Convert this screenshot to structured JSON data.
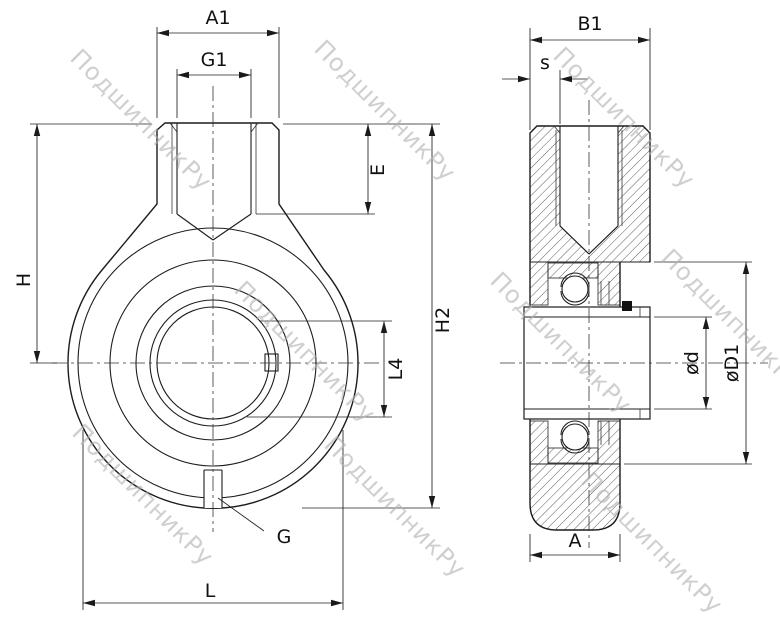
{
  "watermark": {
    "text": "ПодшипникРу",
    "color": "#b3b3b3"
  },
  "drawing": {
    "line_color": "#1c1c1c",
    "background": "#ffffff"
  },
  "views": {
    "front": {
      "dims": {
        "a1": "A1",
        "g1": "G1",
        "h": "H",
        "e": "E",
        "l4": "L4",
        "h2": "H2",
        "g": "G",
        "l": "L"
      }
    },
    "side": {
      "dims": {
        "b1": "B1",
        "s": "s",
        "d": "ød",
        "d1": "øD1",
        "a": "A"
      }
    }
  }
}
